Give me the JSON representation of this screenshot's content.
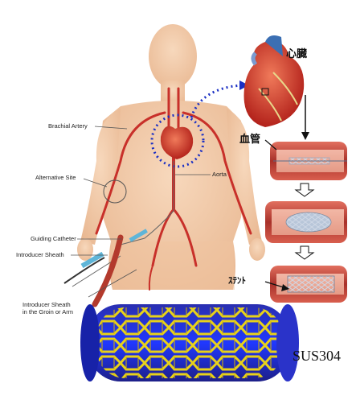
{
  "body_labels": {
    "brachial_artery": "Brachial Artery",
    "alternative_site": "Alternative Site",
    "aorta": "Aorta",
    "guiding_catheter": "Guiding Catheter",
    "introducer_sheath": "Introducer Sheath",
    "introducer_sheath_groin_line1": "Introducer Sheath",
    "introducer_sheath_groin_line2": "in the Groin or Arm"
  },
  "japanese_labels": {
    "heart": "心臓",
    "blood_vessel": "血管",
    "stent": "ｽﾃﾝﾄ"
  },
  "material_label": "SUS304",
  "colors": {
    "skin": "#f1c9a5",
    "artery": "#c8302a",
    "dotted_arrow": "#1a2fc4",
    "stent_blue": "#1d2fd8",
    "stent_yellow": "#e8d21a",
    "vessel_wall": "#c0493d"
  }
}
